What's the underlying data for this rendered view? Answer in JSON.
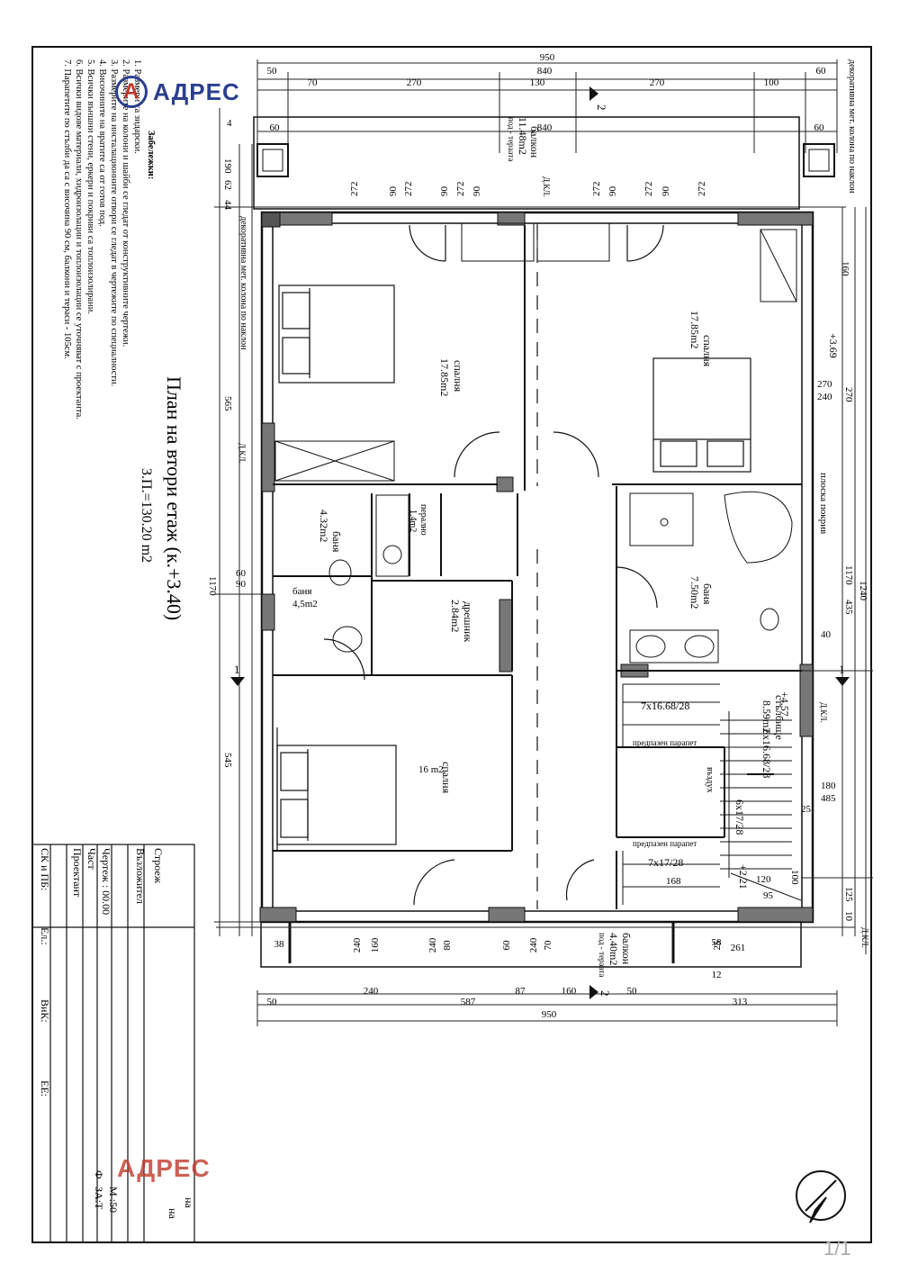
{
  "watermark": {
    "logo_text": "АДРЕС",
    "bottom_text": "АДРЕС"
  },
  "page_number": "1/1",
  "title": {
    "main": "План на втори етаж (к.+3.40)",
    "area": "З.П.=130.20 m2"
  },
  "notes": {
    "heading": "Забележки:",
    "items": [
      "1. Размери са зидарски.",
      "2. Размерите на колони и шайби се гледат от конструктивните чертежи.",
      "3. Размерите на инсталационните отвори се гледат в чертежите по специалности.",
      "4. Височините на вратите са от готов под.",
      "5. Всички външни стени, еркери и покриви са топлоизолирани.",
      "6. Всички видове материали, хидроизолации и топлоизолации се уточняват с проектанта.",
      "7. Парапетите по стълби да са с височина 90 см, балкони и тераси - 105см."
    ]
  },
  "title_block": {
    "labels": [
      "Строеж",
      "Възложител",
      "Чертеж : 00.00",
      "Част",
      "Проектант",
      "СК и ПБ:",
      "Ел.:",
      "ВиК:",
      "ЕЕ:"
    ],
    "right_fragments": [
      "Ф",
      "ЗА:Т",
      "М :50",
      "на",
      "на"
    ]
  },
  "rooms": [
    {
      "name": "спалня",
      "area": "17.85m2"
    },
    {
      "name": "спалня",
      "area": "17.85m2"
    },
    {
      "name": "баня",
      "area": "4.32m2"
    },
    {
      "name": "перално",
      "area": "1.4m2"
    },
    {
      "name": "баня",
      "area": "4,5m2"
    },
    {
      "name": "дрешник",
      "area": "2.84m2"
    },
    {
      "name": "баня",
      "area": "7.50m2"
    },
    {
      "name": "стълбище",
      "area": "8.59m2"
    },
    {
      "name": "спалня",
      "area": "16 m2"
    },
    {
      "name": "балкон",
      "area": "11.48m2"
    },
    {
      "name": "балкон",
      "area": "4.40m2"
    }
  ],
  "labels": {
    "decor_column": "декоративна мет. колона по наклон",
    "under_roof": "под - тераата",
    "flat_roof": "плоска покрив",
    "pred_parapet": "предпазен парапет",
    "air": "въздух",
    "dkl": "Д.КЛ.",
    "level_369": "+3.69",
    "level_457": "+4.57",
    "level_221": "+2.21",
    "stairs_top": "7х16.68/28",
    "stairs_side": "6х16.68/28",
    "stairs_mid": "6х17/28",
    "stairs_bottom": "7х17/28",
    "section_1": "1",
    "section_2": "2"
  },
  "dims": {
    "top_total": "950",
    "top_row2": [
      "50",
      "840",
      "60"
    ],
    "top_row3": [
      "70",
      "270",
      "130",
      "270",
      "100"
    ],
    "balcony_row": [
      "60",
      "840",
      "60"
    ],
    "window_row": [
      "272",
      "90",
      "272",
      "90",
      "272",
      "90",
      "272",
      "90",
      "272",
      "90",
      "272"
    ],
    "bottom_total": "950",
    "bottom_row1": [
      "50",
      "240",
      "587",
      "87",
      "160",
      "50",
      "313"
    ],
    "bottom_row2": [
      "38",
      "240",
      "160",
      "240",
      "80",
      "60",
      "240",
      "70",
      "25",
      "58",
      "261",
      "12"
    ],
    "left_col": [
      "190",
      "62",
      "44",
      "565",
      "1170",
      "60",
      "90",
      "545",
      "4"
    ],
    "right_col": [
      "160",
      "270",
      "240",
      "1170",
      "435",
      "40",
      "1240",
      "180",
      "485",
      "125",
      "10",
      "120",
      "100",
      "95",
      "168",
      "25"
    ]
  }
}
